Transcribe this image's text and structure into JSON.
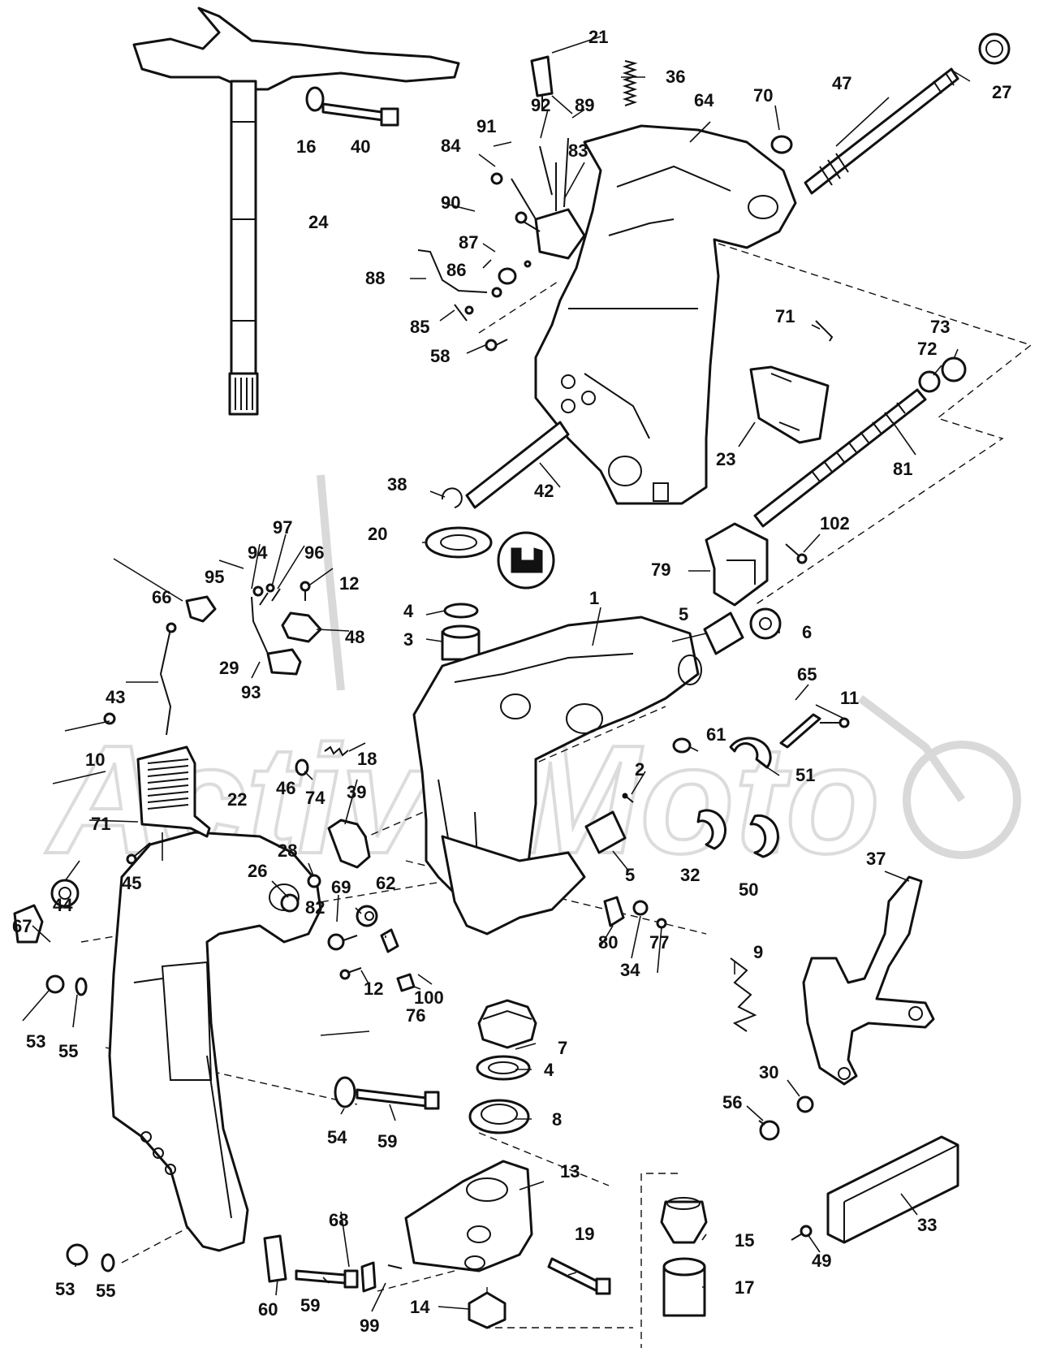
{
  "watermark": {
    "text": "ActiveMoto"
  },
  "callouts": [
    {
      "id": "n1",
      "label": "1"
    },
    {
      "id": "n2",
      "label": "2"
    },
    {
      "id": "n3",
      "label": "3"
    },
    {
      "id": "n4a",
      "label": "4"
    },
    {
      "id": "n4b",
      "label": "4"
    },
    {
      "id": "n5a",
      "label": "5"
    },
    {
      "id": "n5b",
      "label": "5"
    },
    {
      "id": "n6",
      "label": "6"
    },
    {
      "id": "n7",
      "label": "7"
    },
    {
      "id": "n8",
      "label": "8"
    },
    {
      "id": "n9",
      "label": "9"
    },
    {
      "id": "n10",
      "label": "10"
    },
    {
      "id": "n11",
      "label": "11"
    },
    {
      "id": "n12a",
      "label": "12"
    },
    {
      "id": "n12b",
      "label": "12"
    },
    {
      "id": "n13",
      "label": "13"
    },
    {
      "id": "n14",
      "label": "14"
    },
    {
      "id": "n15",
      "label": "15"
    },
    {
      "id": "n16",
      "label": "16"
    },
    {
      "id": "n17",
      "label": "17"
    },
    {
      "id": "n18",
      "label": "18"
    },
    {
      "id": "n19",
      "label": "19"
    },
    {
      "id": "n20",
      "label": "20"
    },
    {
      "id": "n21",
      "label": "21"
    },
    {
      "id": "n22",
      "label": "22"
    },
    {
      "id": "n23",
      "label": "23"
    },
    {
      "id": "n24",
      "label": "24"
    },
    {
      "id": "n26",
      "label": "26"
    },
    {
      "id": "n27",
      "label": "27"
    },
    {
      "id": "n28",
      "label": "28"
    },
    {
      "id": "n29",
      "label": "29"
    },
    {
      "id": "n30",
      "label": "30"
    },
    {
      "id": "n32",
      "label": "32"
    },
    {
      "id": "n33",
      "label": "33"
    },
    {
      "id": "n34",
      "label": "34"
    },
    {
      "id": "n36",
      "label": "36"
    },
    {
      "id": "n37",
      "label": "37"
    },
    {
      "id": "n38",
      "label": "38"
    },
    {
      "id": "n39",
      "label": "39"
    },
    {
      "id": "n40",
      "label": "40"
    },
    {
      "id": "n42",
      "label": "42"
    },
    {
      "id": "n43",
      "label": "43"
    },
    {
      "id": "n44",
      "label": "44"
    },
    {
      "id": "n45",
      "label": "45"
    },
    {
      "id": "n46",
      "label": "46"
    },
    {
      "id": "n47",
      "label": "47"
    },
    {
      "id": "n48",
      "label": "48"
    },
    {
      "id": "n49",
      "label": "49"
    },
    {
      "id": "n50",
      "label": "50"
    },
    {
      "id": "n51",
      "label": "51"
    },
    {
      "id": "n53a",
      "label": "53"
    },
    {
      "id": "n53b",
      "label": "53"
    },
    {
      "id": "n54",
      "label": "54"
    },
    {
      "id": "n55a",
      "label": "55"
    },
    {
      "id": "n55b",
      "label": "55"
    },
    {
      "id": "n56",
      "label": "56"
    },
    {
      "id": "n58",
      "label": "58"
    },
    {
      "id": "n59a",
      "label": "59"
    },
    {
      "id": "n59b",
      "label": "59"
    },
    {
      "id": "n60",
      "label": "60"
    },
    {
      "id": "n61",
      "label": "61"
    },
    {
      "id": "n62",
      "label": "62"
    },
    {
      "id": "n64",
      "label": "64"
    },
    {
      "id": "n65",
      "label": "65"
    },
    {
      "id": "n66",
      "label": "66"
    },
    {
      "id": "n67",
      "label": "67"
    },
    {
      "id": "n68",
      "label": "68"
    },
    {
      "id": "n69",
      "label": "69"
    },
    {
      "id": "n70",
      "label": "70"
    },
    {
      "id": "n71a",
      "label": "71"
    },
    {
      "id": "n71b",
      "label": "71"
    },
    {
      "id": "n72",
      "label": "72"
    },
    {
      "id": "n73",
      "label": "73"
    },
    {
      "id": "n74",
      "label": "74"
    },
    {
      "id": "n76",
      "label": "76"
    },
    {
      "id": "n77",
      "label": "77"
    },
    {
      "id": "n79",
      "label": "79"
    },
    {
      "id": "n80",
      "label": "80"
    },
    {
      "id": "n81",
      "label": "81"
    },
    {
      "id": "n82",
      "label": "82"
    },
    {
      "id": "n83",
      "label": "83"
    },
    {
      "id": "n84",
      "label": "84"
    },
    {
      "id": "n85",
      "label": "85"
    },
    {
      "id": "n86",
      "label": "86"
    },
    {
      "id": "n87",
      "label": "87"
    },
    {
      "id": "n88",
      "label": "88"
    },
    {
      "id": "n89",
      "label": "89"
    },
    {
      "id": "n90",
      "label": "90"
    },
    {
      "id": "n91",
      "label": "91"
    },
    {
      "id": "n92",
      "label": "92"
    },
    {
      "id": "n93",
      "label": "93"
    },
    {
      "id": "n94",
      "label": "94"
    },
    {
      "id": "n95",
      "label": "95"
    },
    {
      "id": "n96",
      "label": "96"
    },
    {
      "id": "n97",
      "label": "97"
    },
    {
      "id": "n99",
      "label": "99"
    },
    {
      "id": "n100",
      "label": "100"
    },
    {
      "id": "n102",
      "label": "102"
    }
  ]
}
